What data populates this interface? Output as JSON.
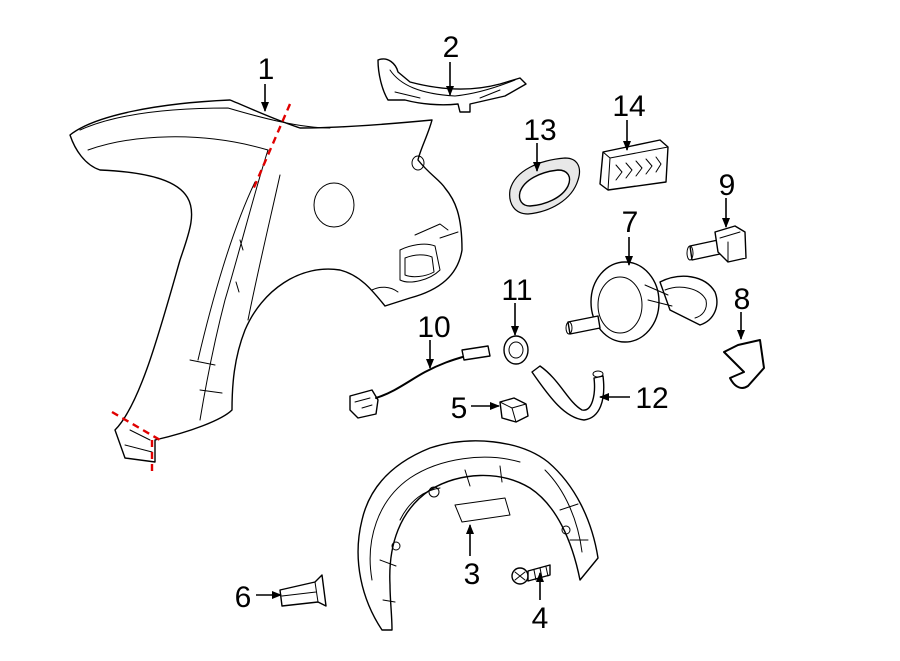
{
  "callouts": {
    "c1": "1",
    "c2": "2",
    "c3": "3",
    "c4": "4",
    "c5": "5",
    "c6": "6",
    "c7": "7",
    "c8": "8",
    "c9": "9",
    "c10": "10",
    "c11": "11",
    "c12": "12",
    "c13": "13",
    "c14": "14"
  },
  "colors": {
    "cut_line": "#e00000",
    "line": "#000000",
    "background": "#ffffff"
  }
}
